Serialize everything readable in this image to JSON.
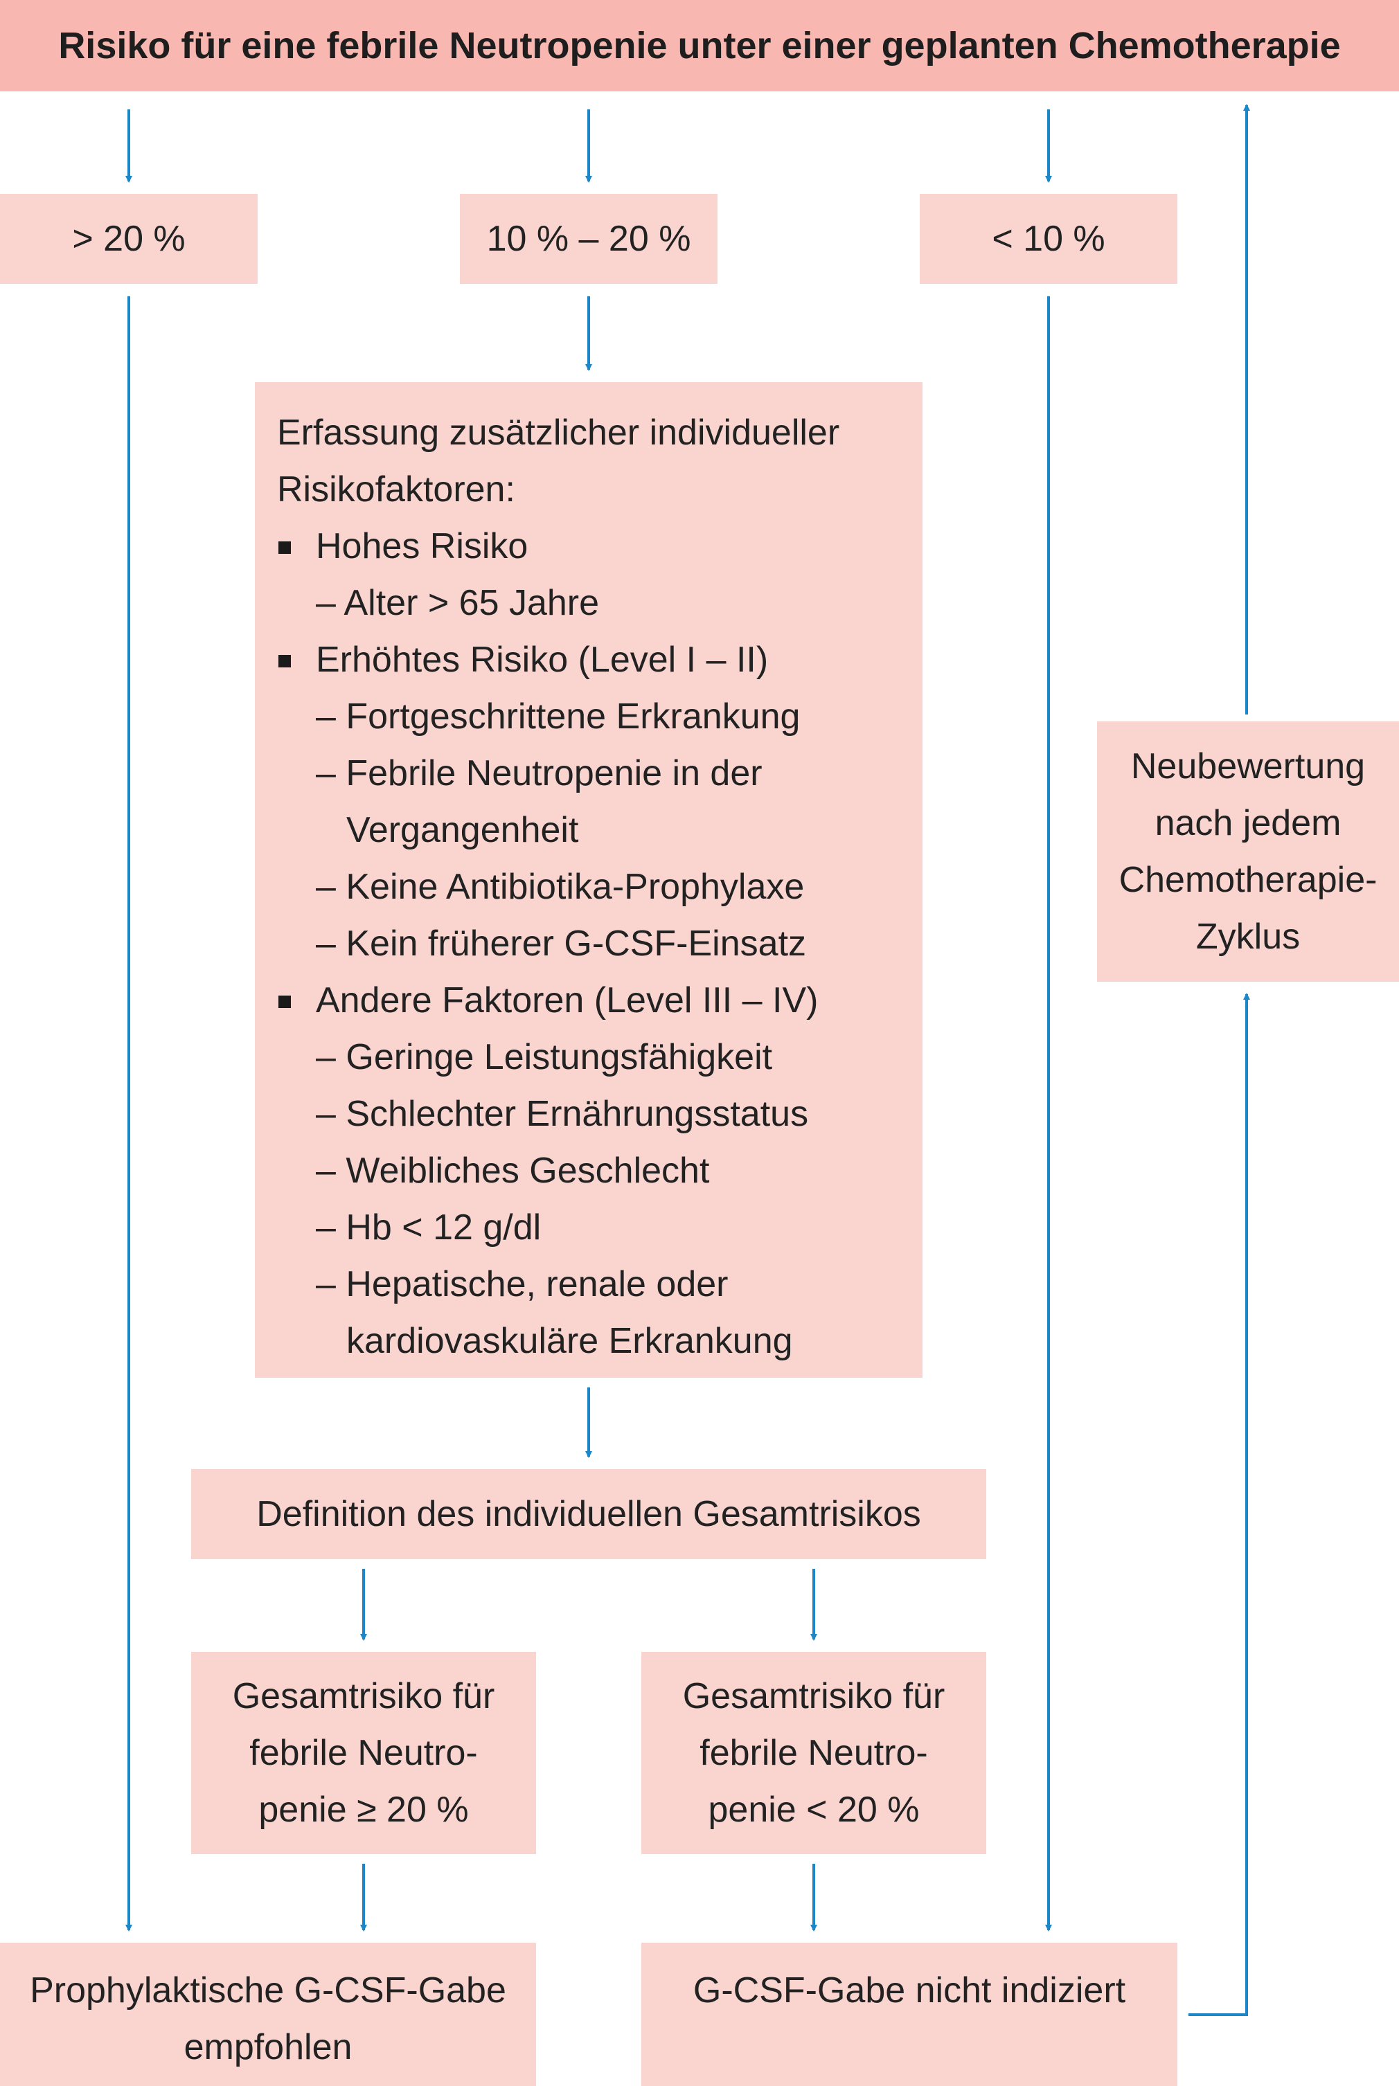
{
  "header": {
    "title": "Risiko für eine febrile Neutropenie unter einer geplanten Chemotherapie"
  },
  "risk_levels": [
    {
      "label": "> 20 %"
    },
    {
      "label": "10 % – 20 %"
    },
    {
      "label": "< 10 %"
    }
  ],
  "assessment": {
    "lines": [
      {
        "level": 0,
        "text": "Erfassung zusätzlicher individueller"
      },
      {
        "level": 0,
        "text": "Risikofaktoren:"
      },
      {
        "level": 1,
        "text": "Hohes Risiko"
      },
      {
        "level": 2,
        "text": "– Alter > 65 Jahre"
      },
      {
        "level": 1,
        "text": "Erhöhtes Risiko (Level I – II)"
      },
      {
        "level": 2,
        "text": "– Fortgeschrittene Erkrankung"
      },
      {
        "level": 2,
        "text": "– Febrile Neutropenie in der"
      },
      {
        "level": 3,
        "text": "Vergangenheit"
      },
      {
        "level": 2,
        "text": "– Keine Antibiotika-Prophylaxe"
      },
      {
        "level": 2,
        "text": "– Kein früherer G-CSF-Einsatz"
      },
      {
        "level": 1,
        "text": "Andere Faktoren (Level III – IV)"
      },
      {
        "level": 2,
        "text": "– Geringe Leistungsfähigkeit"
      },
      {
        "level": 2,
        "text": "– Schlechter Ernährungsstatus"
      },
      {
        "level": 2,
        "text": "– Weibliches Geschlecht"
      },
      {
        "level": 2,
        "text": "– Hb < 12 g/dl"
      },
      {
        "level": 2,
        "text": "– Hepatische, renale oder"
      },
      {
        "level": 3,
        "text": "kardiovaskuläre Erkrankung"
      }
    ]
  },
  "definition": {
    "text": "Definition des individuellen Gesamtrisikos"
  },
  "total_risk_high": {
    "lines": [
      "Gesamtrisiko für",
      "febrile Neutro-",
      "penie ≥ 20 %"
    ]
  },
  "total_risk_low": {
    "lines": [
      "Gesamtrisiko für",
      "febrile Neutro-",
      "penie < 20 %"
    ]
  },
  "result_recommended": {
    "lines": [
      "Prophylaktische G-CSF-Gabe",
      "empfohlen"
    ]
  },
  "result_not_indicated": {
    "lines": [
      "G-CSF-Gabe nicht indiziert"
    ]
  },
  "reassessment": {
    "lines": [
      "Neubewertung",
      "nach jedem",
      "Chemotherapie-",
      "Zyklus"
    ]
  },
  "colors": {
    "box_fill": "#fad5d0",
    "header_fill": "#f8b7b0",
    "arrow": "#1b86c8",
    "text": "#222222"
  }
}
